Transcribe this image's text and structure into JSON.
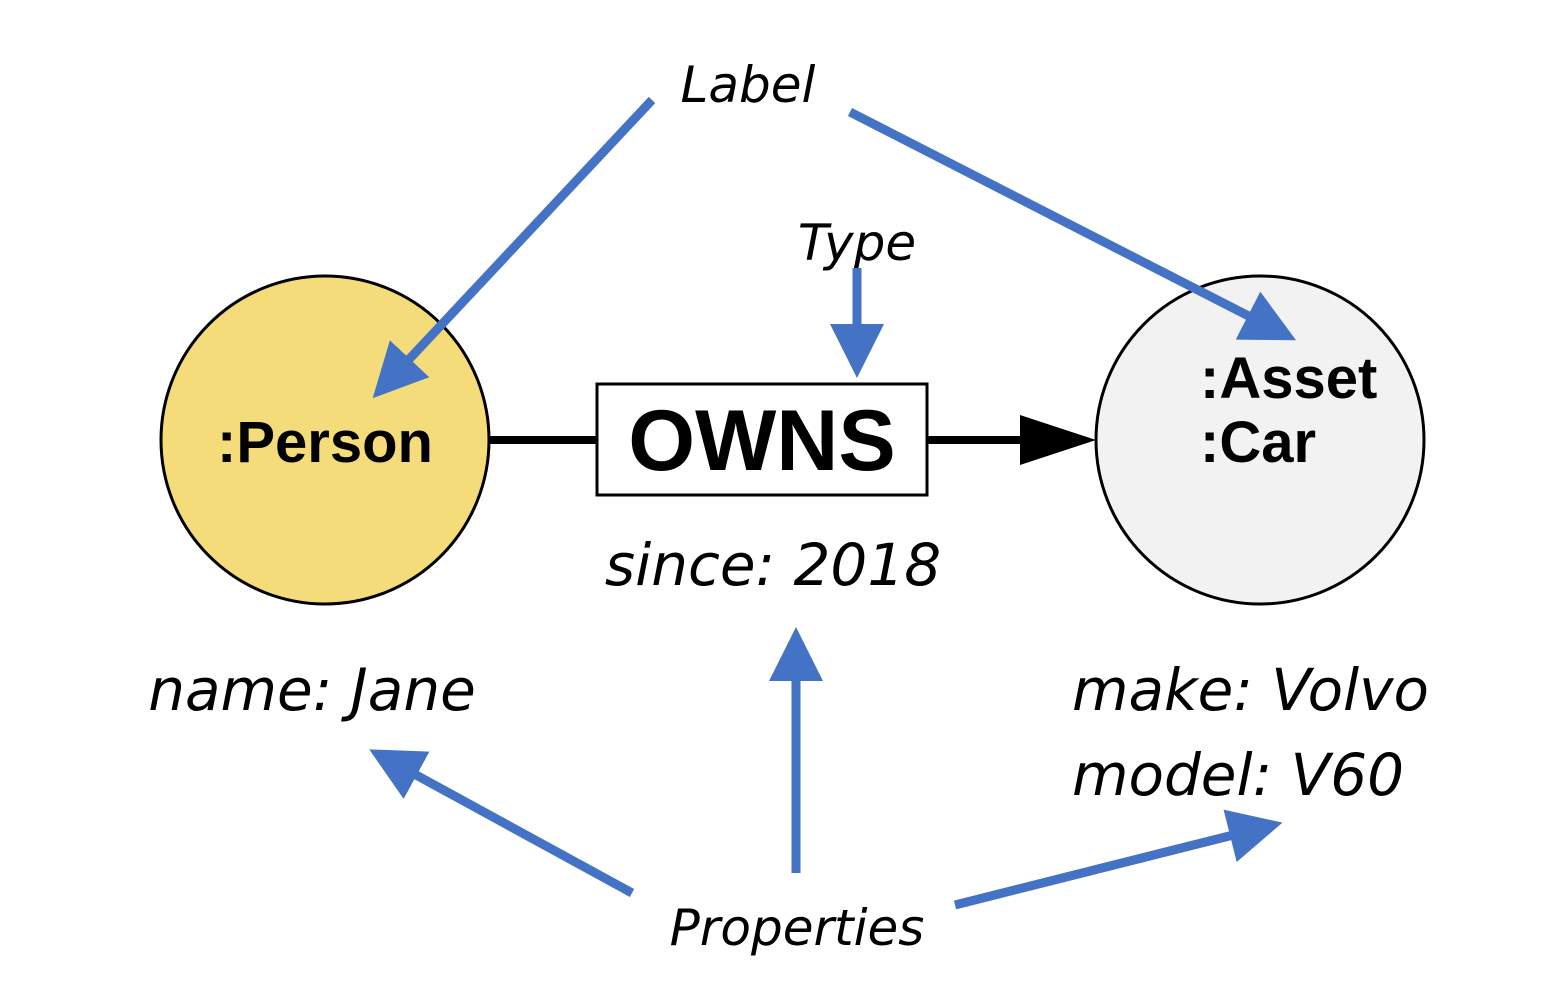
{
  "annotations": {
    "label": "Label",
    "type": "Type",
    "properties": "Properties"
  },
  "node_person": {
    "label": ":Person",
    "property": "name: Jane",
    "color": "#F4DC7A"
  },
  "relationship": {
    "type": "OWNS",
    "property": "since: 2018"
  },
  "node_asset": {
    "label1": ":Asset",
    "label2": ":Car",
    "property1": "make: Volvo",
    "property2": "model: V60",
    "color": "#F2F2F2"
  },
  "arrow_color": "#4472C4"
}
